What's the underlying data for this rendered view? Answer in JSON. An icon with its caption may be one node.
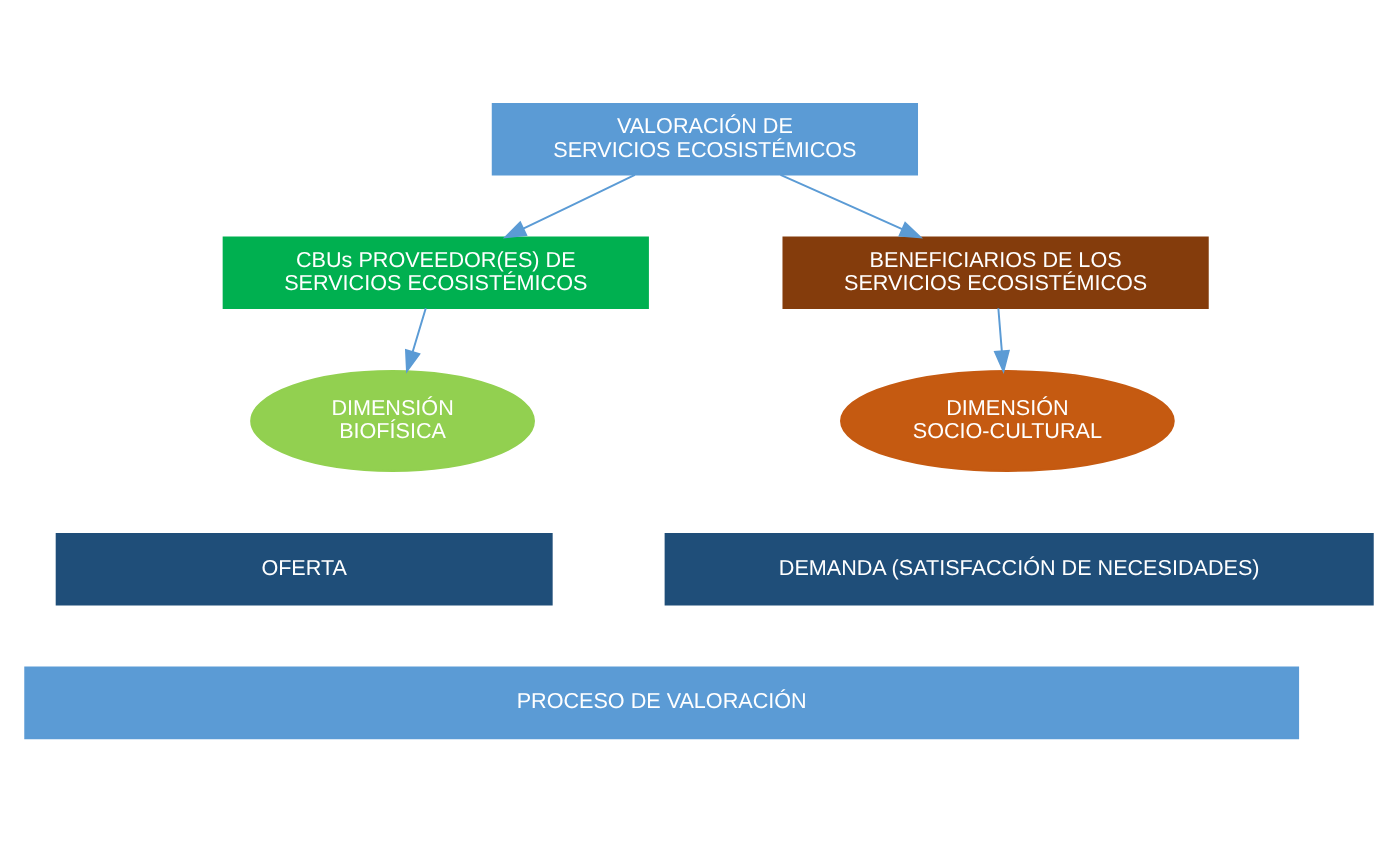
{
  "diagram": {
    "nodes": [
      {
        "text": [
          "VALORACIÓN DE SERVICIOS ECOSISTÉMICOS"
        ]
      },
      {
        "text": [
          "CBUs PROVEEDOR(ES) DE SERVICIOS ECOSISTÉMICOS"
        ]
      },
      {
        "text": [
          "BENEFICIARIOS DE LOS SERVICIOS ECOSISTÉMICOS"
        ]
      },
      {
        "text": [
          "DIMENSIÓN BIOFÍSICA"
        ]
      },
      {
        "text": [
          "DIMENSIÓN SOCIO-CULTURAL"
        ]
      },
      {
        "text": [
          "OFERTA"
        ]
      },
      {
        "text": [
          "DEMANDA (SATISFACCIÓN DE NECESIDADES)"
        ]
      },
      {
        "text": [
          "PROCESO DE VALORACIÓN"
        ]
      }
    ],
    "edges": [
      {
        "from": 0,
        "to": 1,
        "arrow": "to"
      },
      {
        "from": 0,
        "to": 2,
        "arrow": "to"
      },
      {
        "from": 1,
        "to": 3,
        "arrow": "to"
      },
      {
        "from": 2,
        "to": 4,
        "arrow": "to"
      }
    ]
  }
}
